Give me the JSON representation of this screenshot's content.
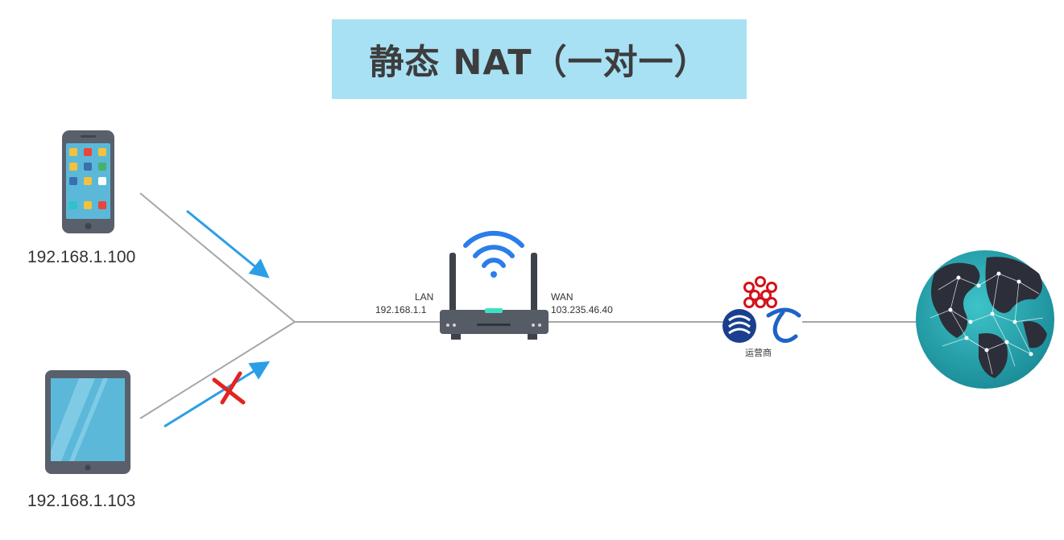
{
  "title": "静态 NAT（一对一）",
  "devices": {
    "phone": {
      "ip": "192.168.1.100",
      "icon": "smartphone-icon"
    },
    "tablet": {
      "ip": "192.168.1.103",
      "icon": "tablet-icon"
    }
  },
  "router": {
    "lan_label": "LAN",
    "lan_ip": "192.168.1.1",
    "wan_label": "WAN",
    "wan_ip": "103.235.46.40",
    "icon": "wifi-router-icon"
  },
  "isp": {
    "label": "运营商",
    "icon": "isp-logos-icon"
  },
  "internet": {
    "icon": "globe-icon"
  },
  "colors": {
    "banner": "#a9e1f4",
    "arrow": "#2b9fe6",
    "blocked": "#e3231f",
    "line": "#a6a6a6"
  }
}
